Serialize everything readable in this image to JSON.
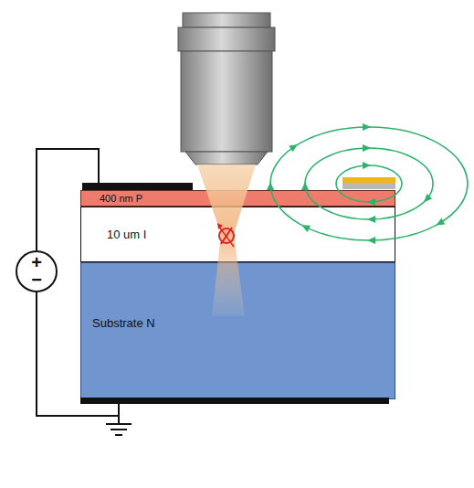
{
  "diagram": {
    "nodes": [
      {
        "text": [
          "400 nm P"
        ]
      },
      {
        "text": [
          "10 um I"
        ]
      },
      {
        "text": [
          "Substrate N"
        ]
      },
      {
        "text": [
          "+",
          "−"
        ]
      }
    ],
    "edges": [
      {
        "from": 3,
        "to": 0,
        "arrow": "none"
      },
      {
        "from": 3,
        "to": 2,
        "arrow": "none"
      }
    ]
  }
}
